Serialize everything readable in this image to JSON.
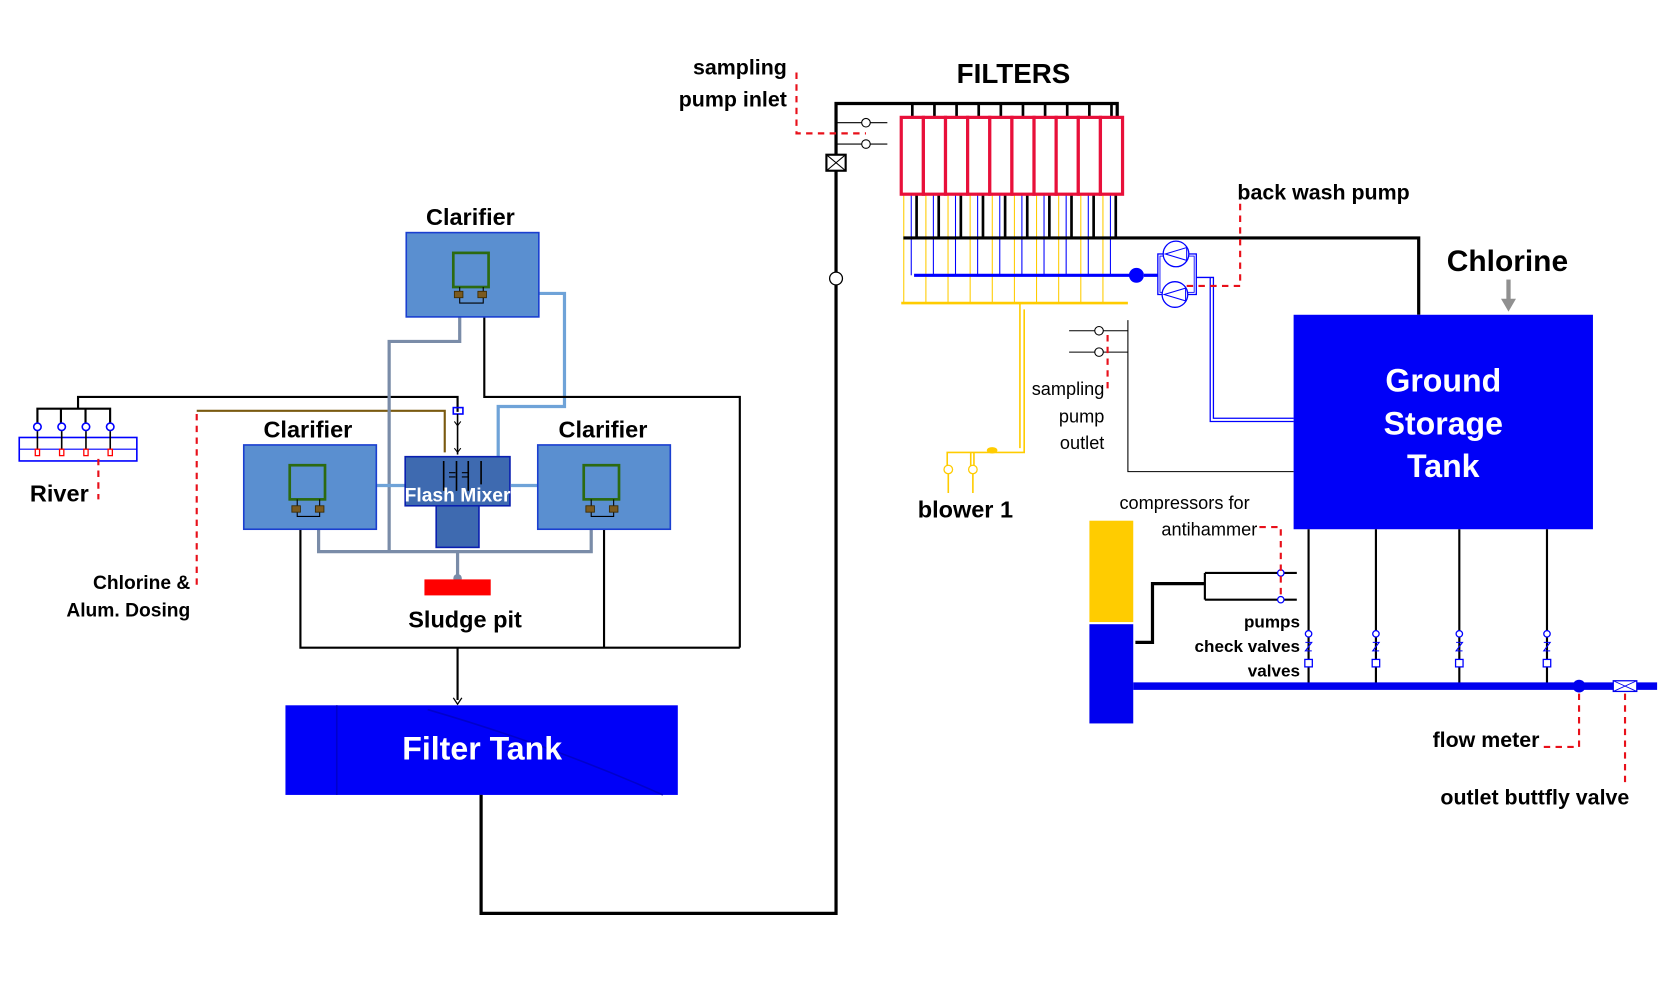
{
  "title": "Water Treatment Plant Process Diagram",
  "colors": {
    "tank_blue": "#0000ff",
    "clarifier_blue": "#5a8fd0",
    "filter_red": "#e8103a",
    "sludge_red": "#ff0000",
    "air_yellow": "#ffcc00",
    "leader_red": "#e8101a"
  },
  "labels": {
    "river": "River",
    "dosing_line1": "Chlorine &",
    "dosing_line2": "Alum. Dosing",
    "clarifier_top": "Clarifier",
    "clarifier_left": "Clarifier",
    "clarifier_right": "Clarifier",
    "flash_mixer": "Flash Mixer",
    "sludge_pit": "Sludge pit",
    "filter_tank": "Filter Tank",
    "sampling_inlet_line1": "sampling",
    "sampling_inlet_line2": "pump inlet",
    "filters": "FILTERS",
    "back_wash_pump": "back wash pump",
    "chlorine": "Chlorine",
    "gst_line1": "Ground",
    "gst_line2": "Storage",
    "gst_line3": "Tank",
    "sampling_outlet_line1": "sampling",
    "sampling_outlet_line2": "pump",
    "sampling_outlet_line3": "outlet",
    "blower": "blower 1",
    "compressors_line1": "compressors for",
    "compressors_line2": "antihammer",
    "pumps": "pumps",
    "check_valves": "check valves",
    "valves": "valves",
    "flow_meter": "flow meter",
    "outlet_valve": "outlet buttfly valve"
  },
  "counts": {
    "river_intake_pumps": 4,
    "filter_cells": 10,
    "distribution_pumps": 4
  }
}
